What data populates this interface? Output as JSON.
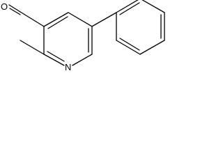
{
  "molecule": {
    "name": "2-methyl-5-phenylpyridine-3-carbaldehyde",
    "atoms": {
      "oxygen": "O",
      "nitrogen": "N"
    },
    "colors": {
      "bond": "#000000",
      "label": "#000000",
      "background": "#ffffff"
    }
  }
}
